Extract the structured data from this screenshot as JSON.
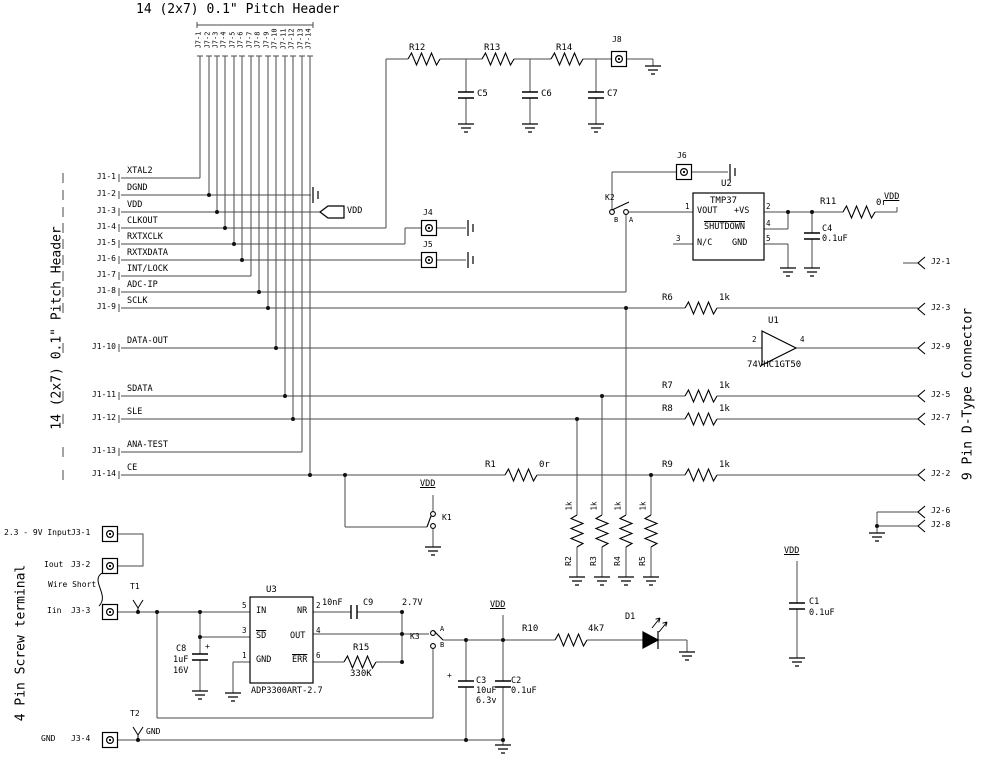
{
  "titles": {
    "top": "14 (2x7) 0.1\" Pitch Header",
    "left_header": "14 (2x7) 0.1\" Pitch Header",
    "right_connector": "9 Pin D-Type Connector",
    "screw_terminal": "4 Pin Screw terminal"
  },
  "j7": {
    "pins": [
      "J7-1",
      "J7-2",
      "J7-3",
      "J7-4",
      "J7-5",
      "J7-6",
      "J7-7",
      "J7-8",
      "J7-9",
      "J7-10",
      "J7-11",
      "J7-12",
      "J7-13",
      "J7-14"
    ]
  },
  "j1": {
    "rows": [
      {
        "pin": "J1-1",
        "net": "XTAL2"
      },
      {
        "pin": "J1-2",
        "net": "DGND"
      },
      {
        "pin": "J1-3",
        "net": "VDD"
      },
      {
        "pin": "J1-4",
        "net": "CLKOUT"
      },
      {
        "pin": "J1-5",
        "net": "RXTXCLK"
      },
      {
        "pin": "J1-6",
        "net": "RXTXDATA"
      },
      {
        "pin": "J1-7",
        "net": "INT/LOCK"
      },
      {
        "pin": "J1-8",
        "net": "ADC-IP"
      },
      {
        "pin": "J1-9",
        "net": "SCLK"
      },
      {
        "pin": "J1-10",
        "net": "DATA-OUT"
      },
      {
        "pin": "J1-11",
        "net": "SDATA"
      },
      {
        "pin": "J1-12",
        "net": "SLE"
      },
      {
        "pin": "J1-13",
        "net": "ANA-TEST"
      },
      {
        "pin": "J1-14",
        "net": "CE"
      }
    ]
  },
  "j2": {
    "pins": [
      "J2-1",
      "J2-3",
      "J2-9",
      "J2-5",
      "J2-7",
      "J2-2",
      "J2-6",
      "J2-8"
    ]
  },
  "j3": {
    "rows": [
      {
        "desc": "2.3 - 9V Input",
        "pin": "J3-1"
      },
      {
        "desc": "Iout",
        "pin": "J3-2"
      },
      {
        "desc": "Iin",
        "pin": "J3-3"
      },
      {
        "desc": "GND",
        "pin": "J3-4"
      }
    ],
    "wire_short": "Wire Short",
    "gnd_net": "GND"
  },
  "connectors": {
    "j4": "J4",
    "j5": "J5",
    "j6": "J6",
    "j8": "J8"
  },
  "resistors": {
    "r1": {
      "ref": "R1",
      "value": "0r"
    },
    "r2": {
      "ref": "R2",
      "value": "1k"
    },
    "r3": {
      "ref": "R3",
      "value": "1k"
    },
    "r4": {
      "ref": "R4",
      "value": "1k"
    },
    "r5": {
      "ref": "R5",
      "value": "1k"
    },
    "r6": {
      "ref": "R6",
      "value": "1k"
    },
    "r7": {
      "ref": "R7",
      "value": "1k"
    },
    "r8": {
      "ref": "R8",
      "value": "1k"
    },
    "r9": {
      "ref": "R9",
      "value": "1k"
    },
    "r10": {
      "ref": "R10",
      "value": "4k7"
    },
    "r11": {
      "ref": "R11",
      "value": "0r"
    },
    "r12": {
      "ref": "R12"
    },
    "r13": {
      "ref": "R13"
    },
    "r14": {
      "ref": "R14"
    },
    "r15": {
      "ref": "R15",
      "value": "330K"
    }
  },
  "capacitors": {
    "c1": {
      "ref": "C1",
      "value": "0.1uF"
    },
    "c2": {
      "ref": "C2",
      "value": "0.1uF"
    },
    "c3": {
      "ref": "C3",
      "value": "10uF",
      "rating": "6.3v"
    },
    "c4": {
      "ref": "C4",
      "value": "0.1uF"
    },
    "c5": {
      "ref": "C5"
    },
    "c6": {
      "ref": "C6"
    },
    "c7": {
      "ref": "C7"
    },
    "c8": {
      "ref": "C8",
      "value": "1uF",
      "rating": "16V"
    },
    "c9": {
      "ref": "C9",
      "value": "10nF"
    }
  },
  "ics": {
    "u1": {
      "ref": "U1",
      "part": "74VHC1GT50",
      "pin_in": "2",
      "pin_out": "4"
    },
    "u2": {
      "ref": "U2",
      "part": "TMP37",
      "pin_names": {
        "vout": "VOUT",
        "vs": "+VS",
        "shutdown": "SHUTDOWN",
        "nc": "N/C",
        "gnd": "GND"
      },
      "pin_nums": {
        "vout": "1",
        "vs": "2",
        "shutdown": "4",
        "nc": "3",
        "gnd": "5"
      }
    },
    "u3": {
      "ref": "U3",
      "part": "ADP3300ART-2.7",
      "pin_names": {
        "in": "IN",
        "sd": "SD",
        "gnd": "GND",
        "nr": "NR",
        "out": "OUT",
        "err": "ERR"
      },
      "pin_nums": {
        "in": "5",
        "sd": "3",
        "gnd": "1",
        "nr": "2",
        "out": "4",
        "err": "6"
      }
    }
  },
  "switches": {
    "k1": {
      "ref": "K1"
    },
    "k2": {
      "ref": "K2",
      "pos_a": "A",
      "pos_b": "B"
    },
    "k3": {
      "ref": "K3",
      "pos_a": "A",
      "pos_b": "B"
    }
  },
  "diodes": {
    "d1": {
      "ref": "D1"
    }
  },
  "power": {
    "vdd": "VDD",
    "v27": "2.7V",
    "plus": "+"
  },
  "test_points": {
    "t1": "T1",
    "t2": "T2"
  }
}
